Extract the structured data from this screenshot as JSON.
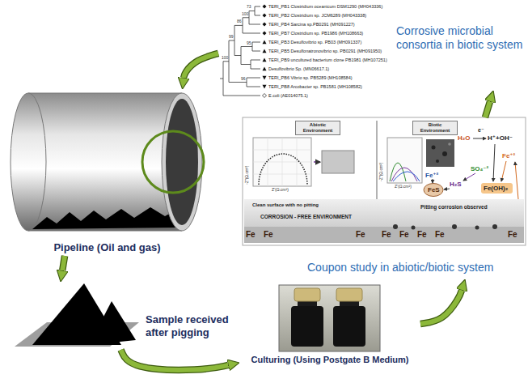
{
  "diagram": {
    "nodes": [
      {
        "text": [
          "Corrosive microbial consortia in biotic system"
        ]
      },
      {
        "text": [
          "Pipeline (Oil and gas)"
        ]
      },
      {
        "text": [
          "Coupon study in abiotic/biotic system"
        ]
      },
      {
        "text": [
          "Abiotic Environment"
        ],
        "in": 2
      },
      {
        "text": [
          "Biotic Environment"
        ],
        "in": 2
      },
      {
        "text": [
          "Sample received after pigging"
        ]
      },
      {
        "text": [
          "Culturing (Using Postgate B Medium)"
        ]
      }
    ],
    "edges": [
      {
        "from": 0,
        "to": 1,
        "arrow": "to"
      },
      {
        "from": 1,
        "to": 5,
        "arrow": "to"
      },
      {
        "from": 5,
        "to": 6,
        "arrow": "to"
      },
      {
        "from": 6,
        "to": 2,
        "arrow": "to"
      },
      {
        "from": 2,
        "to": 0,
        "arrow": "to"
      }
    ],
    "labels": [
      "TERI_PB1 Clostridium oceanicum DSM1290 (MH043336)",
      "TERI_PB2 Clostridium sp. JCM6289 (MH043338)",
      "TERI_PB4 Sarcina sp.PB0291 (MH091227)",
      "TERI_PB7 Clostridium sp. PB1986 (MH108663)",
      "TERI_PB3 Desulfovibrio sp. PB03 (MH091337)",
      "TERI_PB5 Desulfonatronovibrio sp. PB0291 (MH091950)",
      "TERI_PB9 uncultured bacterium clone PB1981 (MH107251)",
      "Desulfovibrio Sp. (MN06617.1)",
      "TERI_PB6 Vibrio sp. PB5289 (MH108584)",
      "TERI_PB8 Arcobacter sp. PB1581 (MH108582)",
      "E.coli (AE014075.1)",
      "73",
      "100",
      "86",
      "95",
      "99",
      "96",
      "100",
      "-Z''(Ω.cm²)",
      "Z'(Ω.cm²)",
      "-Z''(Ω.cm²)",
      "Z'(Ω.cm²)",
      "Clean surface with no pitting",
      "CORROSION - FREE ENVIRONMENT",
      "Pitting corrosion observed",
      "H₂O",
      "e⁻",
      "H⁺+OH⁻",
      "Fe⁺²",
      "SO₄⁻²",
      "H₂S",
      "Fe⁺²",
      "FeS",
      "Fe(OH)₂",
      "Fe",
      "Fe",
      "Fe",
      "Fe",
      "Fe",
      "Fe",
      "Fe",
      "Fe"
    ]
  }
}
